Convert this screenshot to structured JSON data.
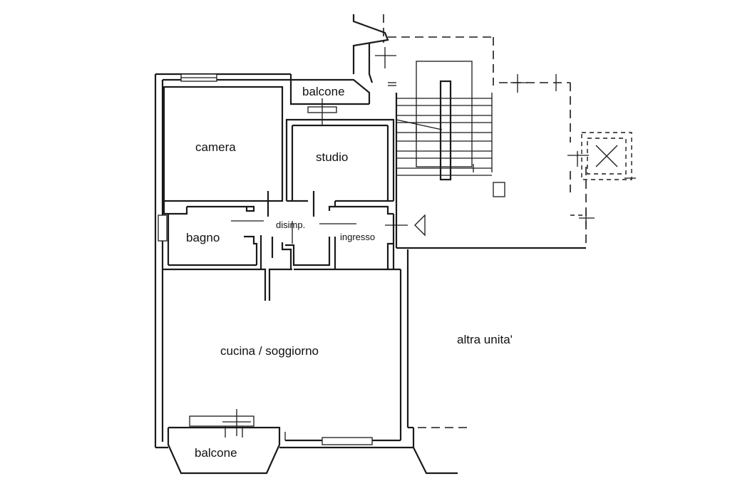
{
  "rooms": {
    "camera": "camera",
    "studio": "studio",
    "balcone_top": "balcone",
    "bagno": "bagno",
    "disimp": "disimp.",
    "ingresso": "ingresso",
    "cucina": "cucina / soggiorno",
    "balcone_bottom": "balcone",
    "altra": "altra unita'"
  }
}
